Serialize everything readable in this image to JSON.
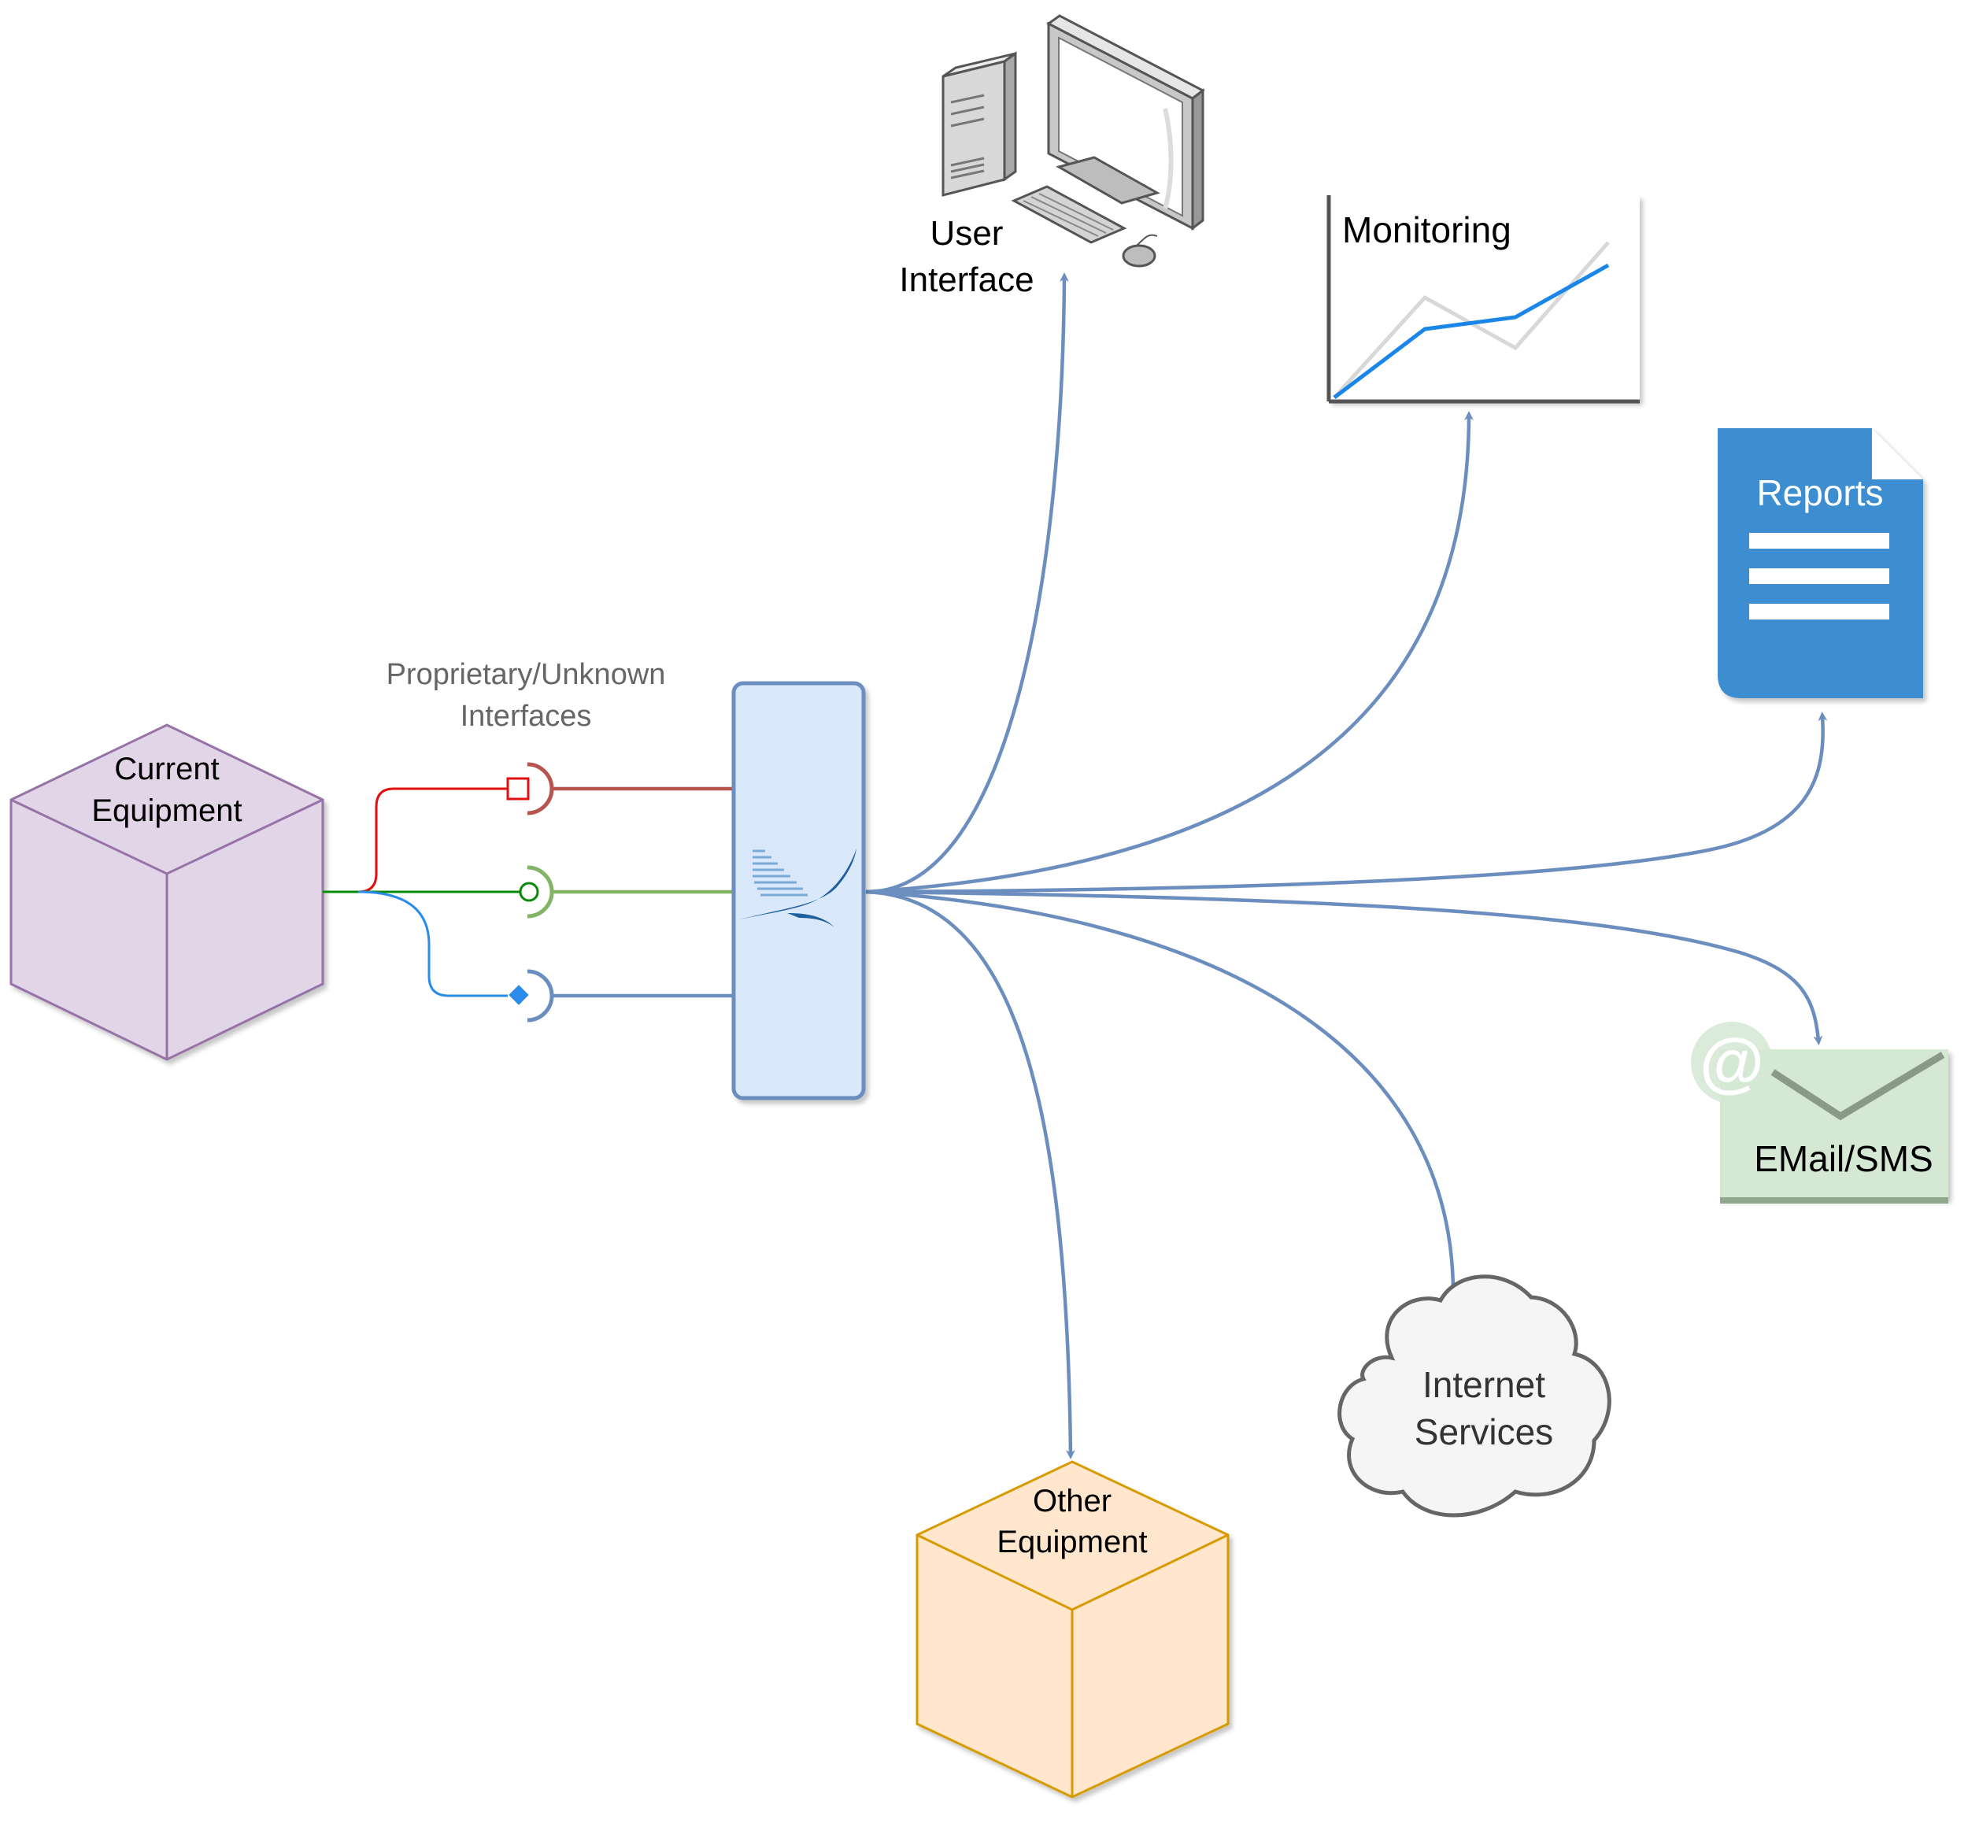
{
  "nodes": {
    "current_equipment": {
      "line1": "Current",
      "line2": "Equipment"
    },
    "interfaces_caption": {
      "line1": "Proprietary/Unknown",
      "line2": "Interfaces"
    },
    "user_interface": {
      "line1": "User",
      "line2": "Interface"
    },
    "monitoring": {
      "title": "Monitoring"
    },
    "reports": {
      "title": "Reports"
    },
    "email_sms": {
      "title": "EMail/SMS",
      "at_symbol": "@"
    },
    "internet_services": {
      "line1": "Internet",
      "line2": "Services"
    },
    "other_equipment": {
      "line1": "Other",
      "line2": "Equipment"
    }
  },
  "icons": {
    "hub_logo": "bird-logo-icon",
    "computer": "desktop-computer-icon",
    "chart": "line-chart-icon",
    "document": "document-icon",
    "envelope": "envelope-icon",
    "cloud": "cloud-icon"
  },
  "colors": {
    "current_equipment_fill": "#e1d5e7",
    "current_equipment_stroke": "#9673a6",
    "other_equipment_fill": "#ffe6cc",
    "other_equipment_stroke": "#d79b00",
    "hub_fill": "#dae8fc",
    "hub_stroke": "#6c8ebf",
    "arrow": "#6c8ebf",
    "reports_fill": "#3e8ed0",
    "email_fill": "#d5e8d4",
    "cloud_fill": "#f5f5f5",
    "link_red": "#b85450",
    "link_green": "#82b366",
    "link_blue": "#6c8ebf"
  }
}
